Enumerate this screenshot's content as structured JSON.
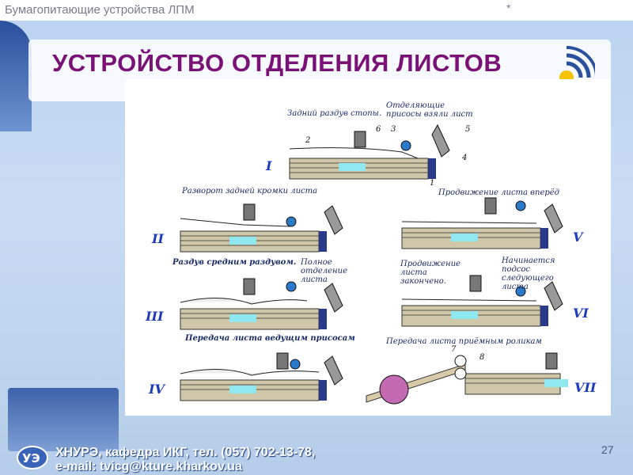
{
  "header": {
    "title": "Бумагопитающие устройства ЛПМ",
    "marker": "*"
  },
  "slide": {
    "title": "УСТРОЙСТВО ОТДЕЛЕНИЯ ЛИСТОВ"
  },
  "diagram": {
    "captions": {
      "rear_blow": "Задний раздув стопы.",
      "suckers_took": "Отделяющие присосы взяли лист",
      "edge_turn": "Разворот задней кромки листа",
      "sheet_forward": "Продвижение листа вперёд",
      "middle_blow": "Раздув средним раздувом.",
      "full_separation": "Полное отделение листа",
      "sheet_advance_done": "Продвижение листа закончено.",
      "next_sheet_suction": "Начинается подсос следующего листа",
      "transfer_by_leading": "Передача листа ведущим присосам",
      "transfer_by_rollers": "Передача листа приёмным роликам"
    },
    "stages": [
      "I",
      "II",
      "III",
      "IV",
      "V",
      "VI",
      "VII"
    ],
    "numbers": [
      "1",
      "2",
      "3",
      "4",
      "5",
      "6",
      "7",
      "8"
    ]
  },
  "footer": {
    "org_label": "ХНУРЭ,",
    "org_text": "кафедра ИКГ, тел. (057) 702-13-78,",
    "email_label": "e-mail:",
    "email": "tvicg@kture.kharkov.ua",
    "page": "27"
  },
  "colors": {
    "title": "#7a1177",
    "stage": "#1b39b8",
    "background": "#bcd4f0"
  }
}
